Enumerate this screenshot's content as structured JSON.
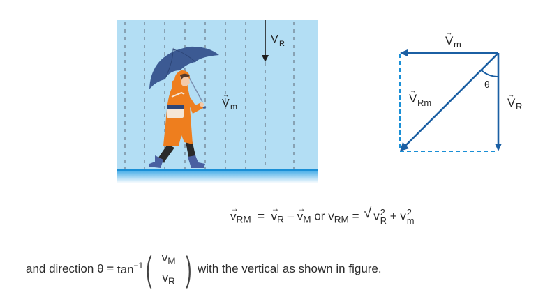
{
  "scene": {
    "background_color": "#b3def4",
    "ground_color": "#1a8fd6",
    "dashed_line_color": "#6b7a88",
    "rain_arrow_label": "V",
    "rain_arrow_sub": "R",
    "walker_vector_label": "V",
    "walker_vector_sub": "m",
    "walker_vector_arrow": "→",
    "figure": "woman-with-umbrella-walking-in-rain",
    "colors": {
      "raincoat": "#ee7e1e",
      "umbrella": "#3c5a93",
      "boots": "#4a60a0",
      "pants": "#2a2a2a",
      "bag": "#f5e6d6"
    }
  },
  "vector_diagram": {
    "color": "#1b5fa3",
    "dash_color": "#1a8fd6",
    "top_label": "V",
    "top_sub": "m",
    "diagonal_label": "V",
    "diagonal_sub": "Rm",
    "right_label": "V",
    "right_sub": "R",
    "angle_label": "θ",
    "arrow": "→"
  },
  "formula1": {
    "lhs_v": "v",
    "lhs_sub": "RM",
    "eq1": "=",
    "r_v": "v",
    "r_sub": "R",
    "minus": "–",
    "m_v": "v",
    "m_sub": "M",
    "or": "or",
    "mag_v": "v",
    "mag_sub": "RM",
    "eq2": "=",
    "sqrt": "√",
    "t1_v": "v",
    "t1_sup": "2",
    "t1_sub": "R",
    "plus": "+",
    "t2_v": "v",
    "t2_sup": "2",
    "t2_sub": "m",
    "arrow": "→"
  },
  "formula2": {
    "prefix": "and direction θ =",
    "tan": "tan",
    "tan_sup": "−1",
    "lparen": "(",
    "num_v": "v",
    "num_sub": "M",
    "den_v": "v",
    "den_sub": "R",
    "rparen": ")",
    "suffix": "with the vertical as shown in figure."
  }
}
